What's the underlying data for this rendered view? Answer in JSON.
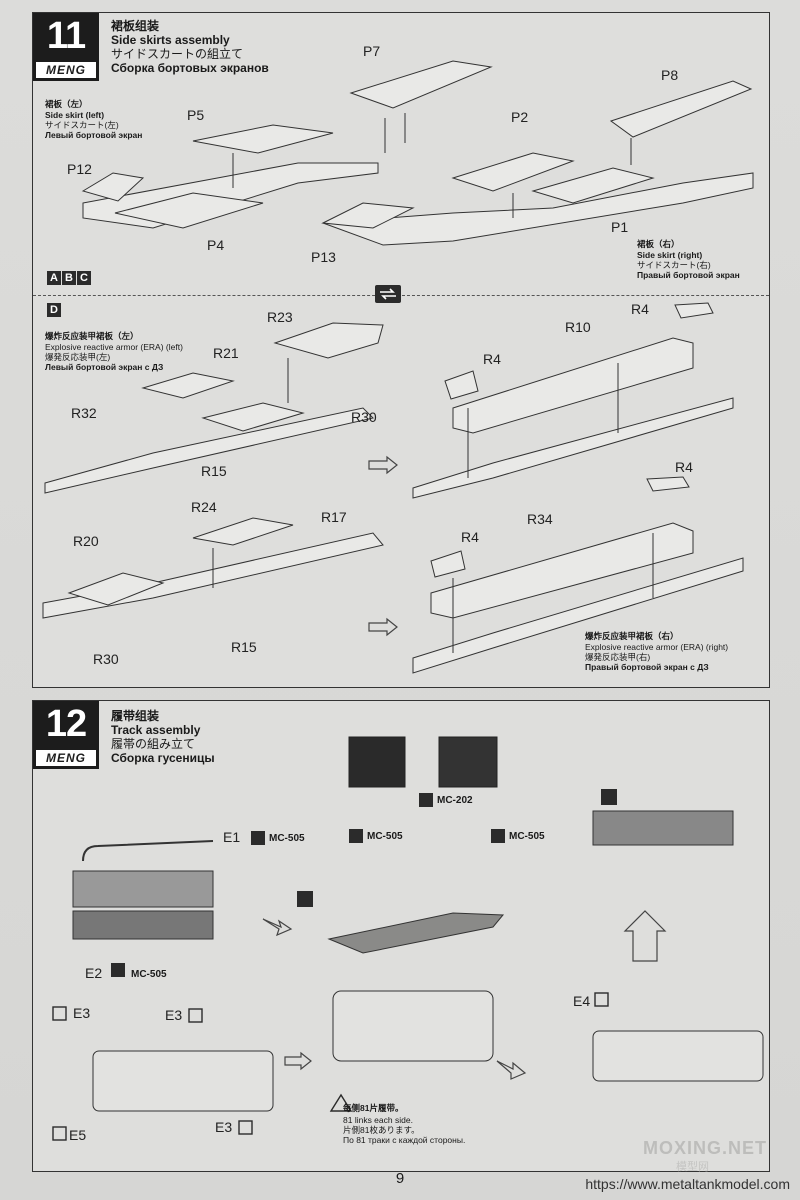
{
  "step11": {
    "number": "11",
    "brand": "MENG",
    "title_zh": "裙板组装",
    "title_en": "Side skirts assembly",
    "title_ja": "サイドスカートの組立て",
    "title_ru": "Сборка бортовых экранов",
    "left_zh": "裙板（左）",
    "left_en": "Side skirt (left)",
    "left_ja": "サイドスカート(左)",
    "left_ru": "Левый бортовой экран",
    "right_zh": "裙板（右）",
    "right_en": "Side skirt (right)",
    "right_ja": "サイドスカート(右)",
    "right_ru": "Правый бортовой экран",
    "variants": [
      "A",
      "B",
      "C"
    ],
    "variant_d": "D",
    "era_left_zh": "爆炸反应装甲裙板（左）",
    "era_left_en": "Explosive reactive armor (ERA) (left)",
    "era_left_ja": "爆発反応装甲(左)",
    "era_left_ru": "Левый бортовой экран с ДЗ",
    "era_right_zh": "爆炸反应装甲裙板（右）",
    "era_right_en": "Explosive reactive armor (ERA) (right)",
    "era_right_ja": "爆発反応装甲(右)",
    "era_right_ru": "Правый бортовой экран с ДЗ",
    "parts": {
      "p7": "P7",
      "p8": "P8",
      "p5": "P5",
      "p2": "P2",
      "p12": "P12",
      "p4": "P4",
      "p13": "P13",
      "p1": "P1",
      "r23": "R23",
      "r4a": "R4",
      "r10": "R10",
      "r21": "R21",
      "r4b": "R4",
      "r32": "R32",
      "r30a": "R30",
      "r15a": "R15",
      "r4c": "R4",
      "r24": "R24",
      "r17": "R17",
      "r4d": "R4",
      "r34": "R34",
      "r20": "R20",
      "r30b": "R30",
      "r15b": "R15"
    }
  },
  "step12": {
    "number": "12",
    "brand": "MENG",
    "title_zh": "履带组装",
    "title_en": "Track assembly",
    "title_ja": "履帯の組み立て",
    "title_ru": "Сборка гусеницы",
    "e1": "E1",
    "e1_paint": "MC-505",
    "e2": "E2",
    "e2_paint": "MC-505",
    "top_paint_left": "MC-505",
    "top_paint_mid": "MC-202",
    "top_paint_right": "MC-505",
    "e3a": "E3",
    "e3b": "E3",
    "e3c": "E3",
    "e4": "E4",
    "e5": "E5",
    "note_zh": "每侧81片履带。",
    "note_en": "81 links each side.",
    "note_ja": "片側81枚あります。",
    "note_ru": "По 81 траки с каждой стороны."
  },
  "footer": {
    "page_number": "9",
    "url": "https://www.metaltankmodel.com",
    "watermark": "MOXING.NET",
    "watermark_sub": "模型网"
  }
}
